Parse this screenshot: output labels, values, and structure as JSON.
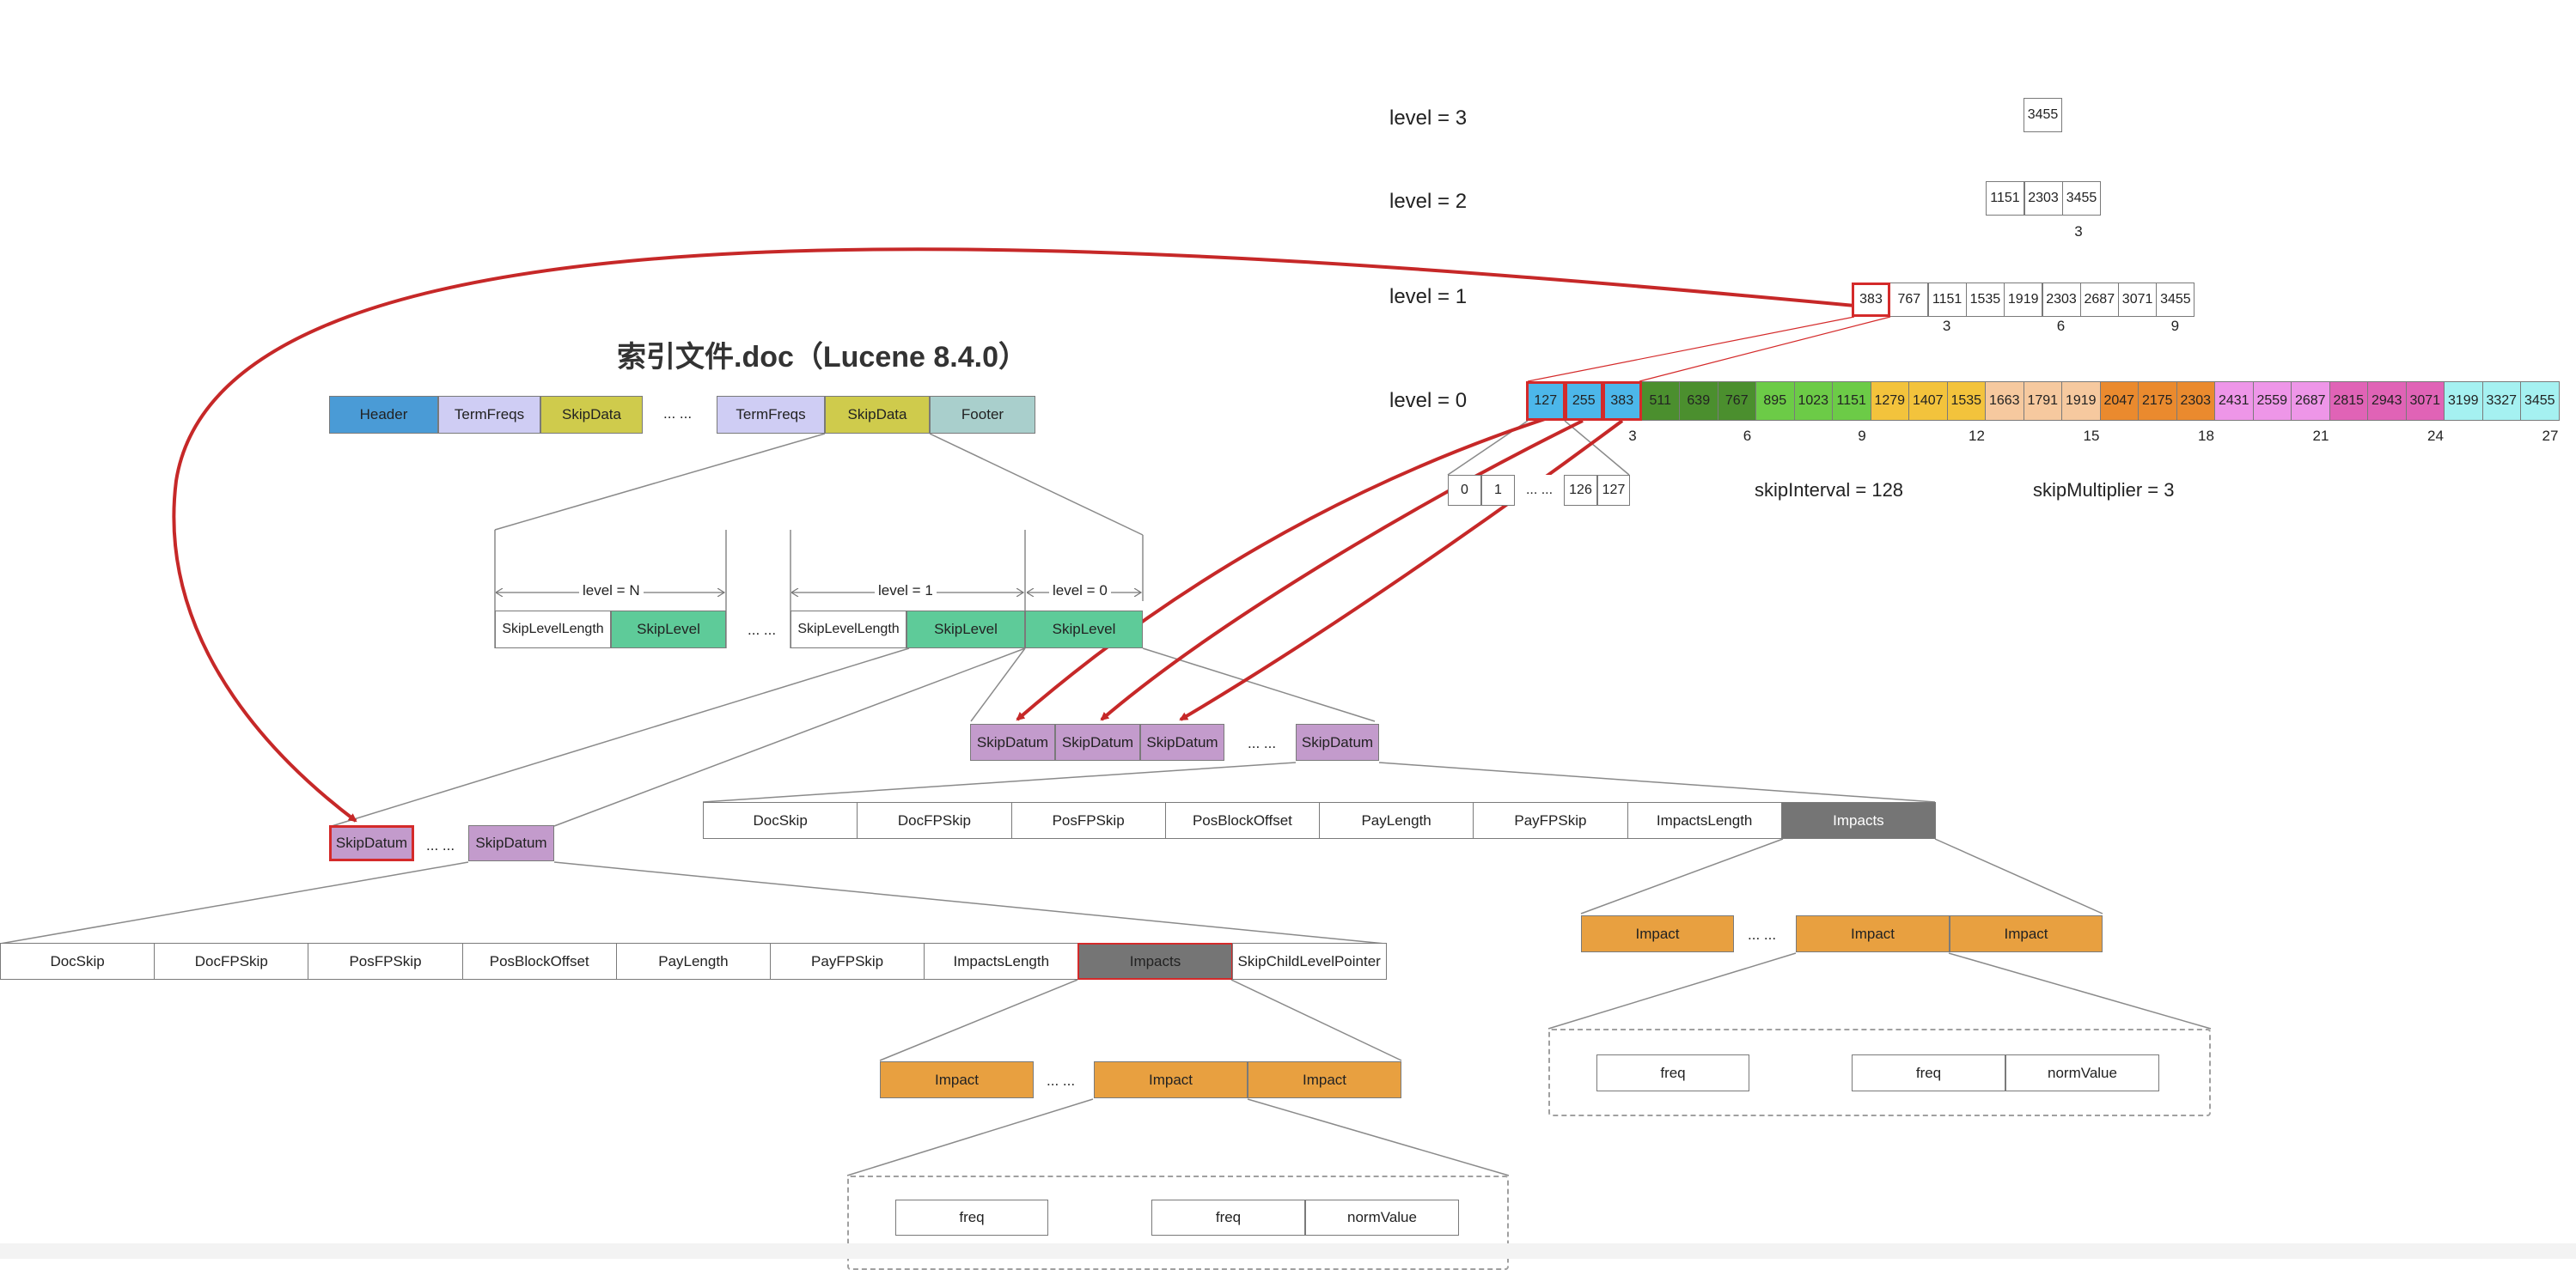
{
  "title": "索引文件.doc（Lucene 8.4.0）",
  "colors": {
    "header": "#4a9bd6",
    "termfreqs": "#cfcdf4",
    "skipdata": "#cfcb4c",
    "footer": "#a9cfcc",
    "skiplevel": "#5ecb99",
    "skipdatum": "#c39bcc",
    "impacts": "#757575",
    "impact": "#e8a040",
    "highlight": "#d42a2a"
  },
  "doc_file": {
    "header": "Header",
    "termfreqs": "TermFreqs",
    "skipdata": "SkipData",
    "dots": "... ...",
    "footer": "Footer"
  },
  "skipdata_detail": {
    "level_n": "level = N",
    "level_1": "level = 1",
    "level_0": "level = 0",
    "skip_level_length": "SkipLevelLength",
    "skip_level": "SkipLevel",
    "dots": "... ..."
  },
  "skipdatum_label": "SkipDatum",
  "dots": "... ...",
  "fields_upper": [
    "DocSkip",
    "DocFPSkip",
    "PosFPSkip",
    "PosBlockOffset",
    "PayLength",
    "PayFPSkip",
    "ImpactsLength",
    "Impacts"
  ],
  "fields_lower": [
    "DocSkip",
    "DocFPSkip",
    "PosFPSkip",
    "PosBlockOffset",
    "PayLength",
    "PayFPSkip",
    "ImpactsLength",
    "Impacts",
    "SkipChildLevelPointer"
  ],
  "impact_label": "Impact",
  "impact_fields": {
    "freq": "freq",
    "norm_value": "normValue"
  },
  "skip_levels": {
    "level3_label": "level = 3",
    "level2_label": "level = 2",
    "level1_label": "level = 1",
    "level0_label": "level = 0",
    "level3_values": [
      "3455"
    ],
    "level2_values": [
      "1151",
      "2303",
      "3455"
    ],
    "level2_index": "3",
    "level1_values": [
      "383",
      "767",
      "1151",
      "1535",
      "1919",
      "2303",
      "2687",
      "3071",
      "3455"
    ],
    "level1_indices": [
      "3",
      "6",
      "9"
    ],
    "level0_values": [
      "127",
      "255",
      "383",
      "511",
      "639",
      "767",
      "895",
      "1023",
      "1151",
      "1279",
      "1407",
      "1535",
      "1663",
      "1791",
      "1919",
      "2047",
      "2175",
      "2303",
      "2431",
      "2559",
      "2687",
      "2815",
      "2943",
      "3071",
      "3199",
      "3327",
      "3455"
    ],
    "level0_colors": [
      "#4cb7ea",
      "#4cb7ea",
      "#4cb7ea",
      "#4b8f2e",
      "#4b8f2e",
      "#4b8f2e",
      "#6ccb47",
      "#6ccb47",
      "#6ccb47",
      "#f3c33c",
      "#f3c33c",
      "#f3c33c",
      "#f6c99f",
      "#f6c99f",
      "#f6c99f",
      "#ea8a2e",
      "#ea8a2e",
      "#ea8a2e",
      "#ee96e8",
      "#ee96e8",
      "#ee96e8",
      "#e063b6",
      "#e063b6",
      "#e063b6",
      "#a5f1f1",
      "#a5f1f1",
      "#a5f1f1"
    ],
    "level0_indices": [
      "3",
      "6",
      "9",
      "12",
      "15",
      "18",
      "21",
      "24",
      "27"
    ],
    "doc_block": [
      "0",
      "1",
      "... ...",
      "126",
      "127"
    ]
  },
  "params": {
    "skip_interval": "skipInterval = 128",
    "skip_multiplier": "skipMultiplier = 3"
  }
}
